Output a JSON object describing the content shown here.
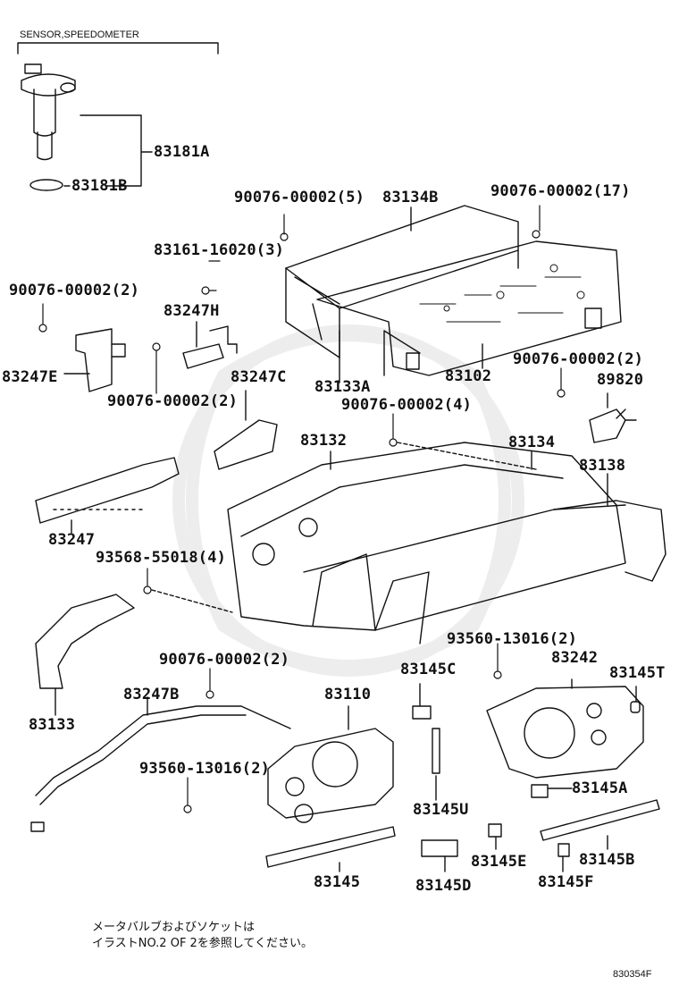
{
  "header": {
    "group_label": "SENSOR,SPEEDOMETER"
  },
  "parts": {
    "p83181A": "83181A",
    "p83181B": "83181B",
    "p90076_5": "90076-00002(5)",
    "p83134B": "83134B",
    "p90076_17": "90076-00002(17)",
    "p83161": "83161-16020(3)",
    "p90076_2a": "90076-00002(2)",
    "p83247H": "83247H",
    "p83247E": "83247E",
    "p90076_2b": "90076-00002(2)",
    "p83133A": "83133A",
    "p83102": "83102",
    "p90076_2c": "90076-00002(2)",
    "p89820": "89820",
    "p83247C": "83247C",
    "p90076_4": "90076-00002(4)",
    "p83132": "83132",
    "p83134": "83134",
    "p83138": "83138",
    "p83247": "83247",
    "p93568": "93568-55018(4)",
    "p93560_a": "93560-13016(2)",
    "p83242": "83242",
    "p83145T": "83145T",
    "p90076_2d": "90076-00002(2)",
    "p83145C": "83145C",
    "p83110": "83110",
    "p83247B": "83247B",
    "p83133": "83133",
    "p93560_b": "93560-13016(2)",
    "p83145U": "83145U",
    "p83145A": "83145A",
    "p83145E": "83145E",
    "p83145B": "83145B",
    "p83145": "83145",
    "p83145D": "83145D",
    "p83145F": "83145F"
  },
  "footnote": {
    "line1": "メータバルブおよびソケットは",
    "line2": "イラストNO.2 OF 2を参照してください。"
  },
  "diagram_ref": "830354F"
}
